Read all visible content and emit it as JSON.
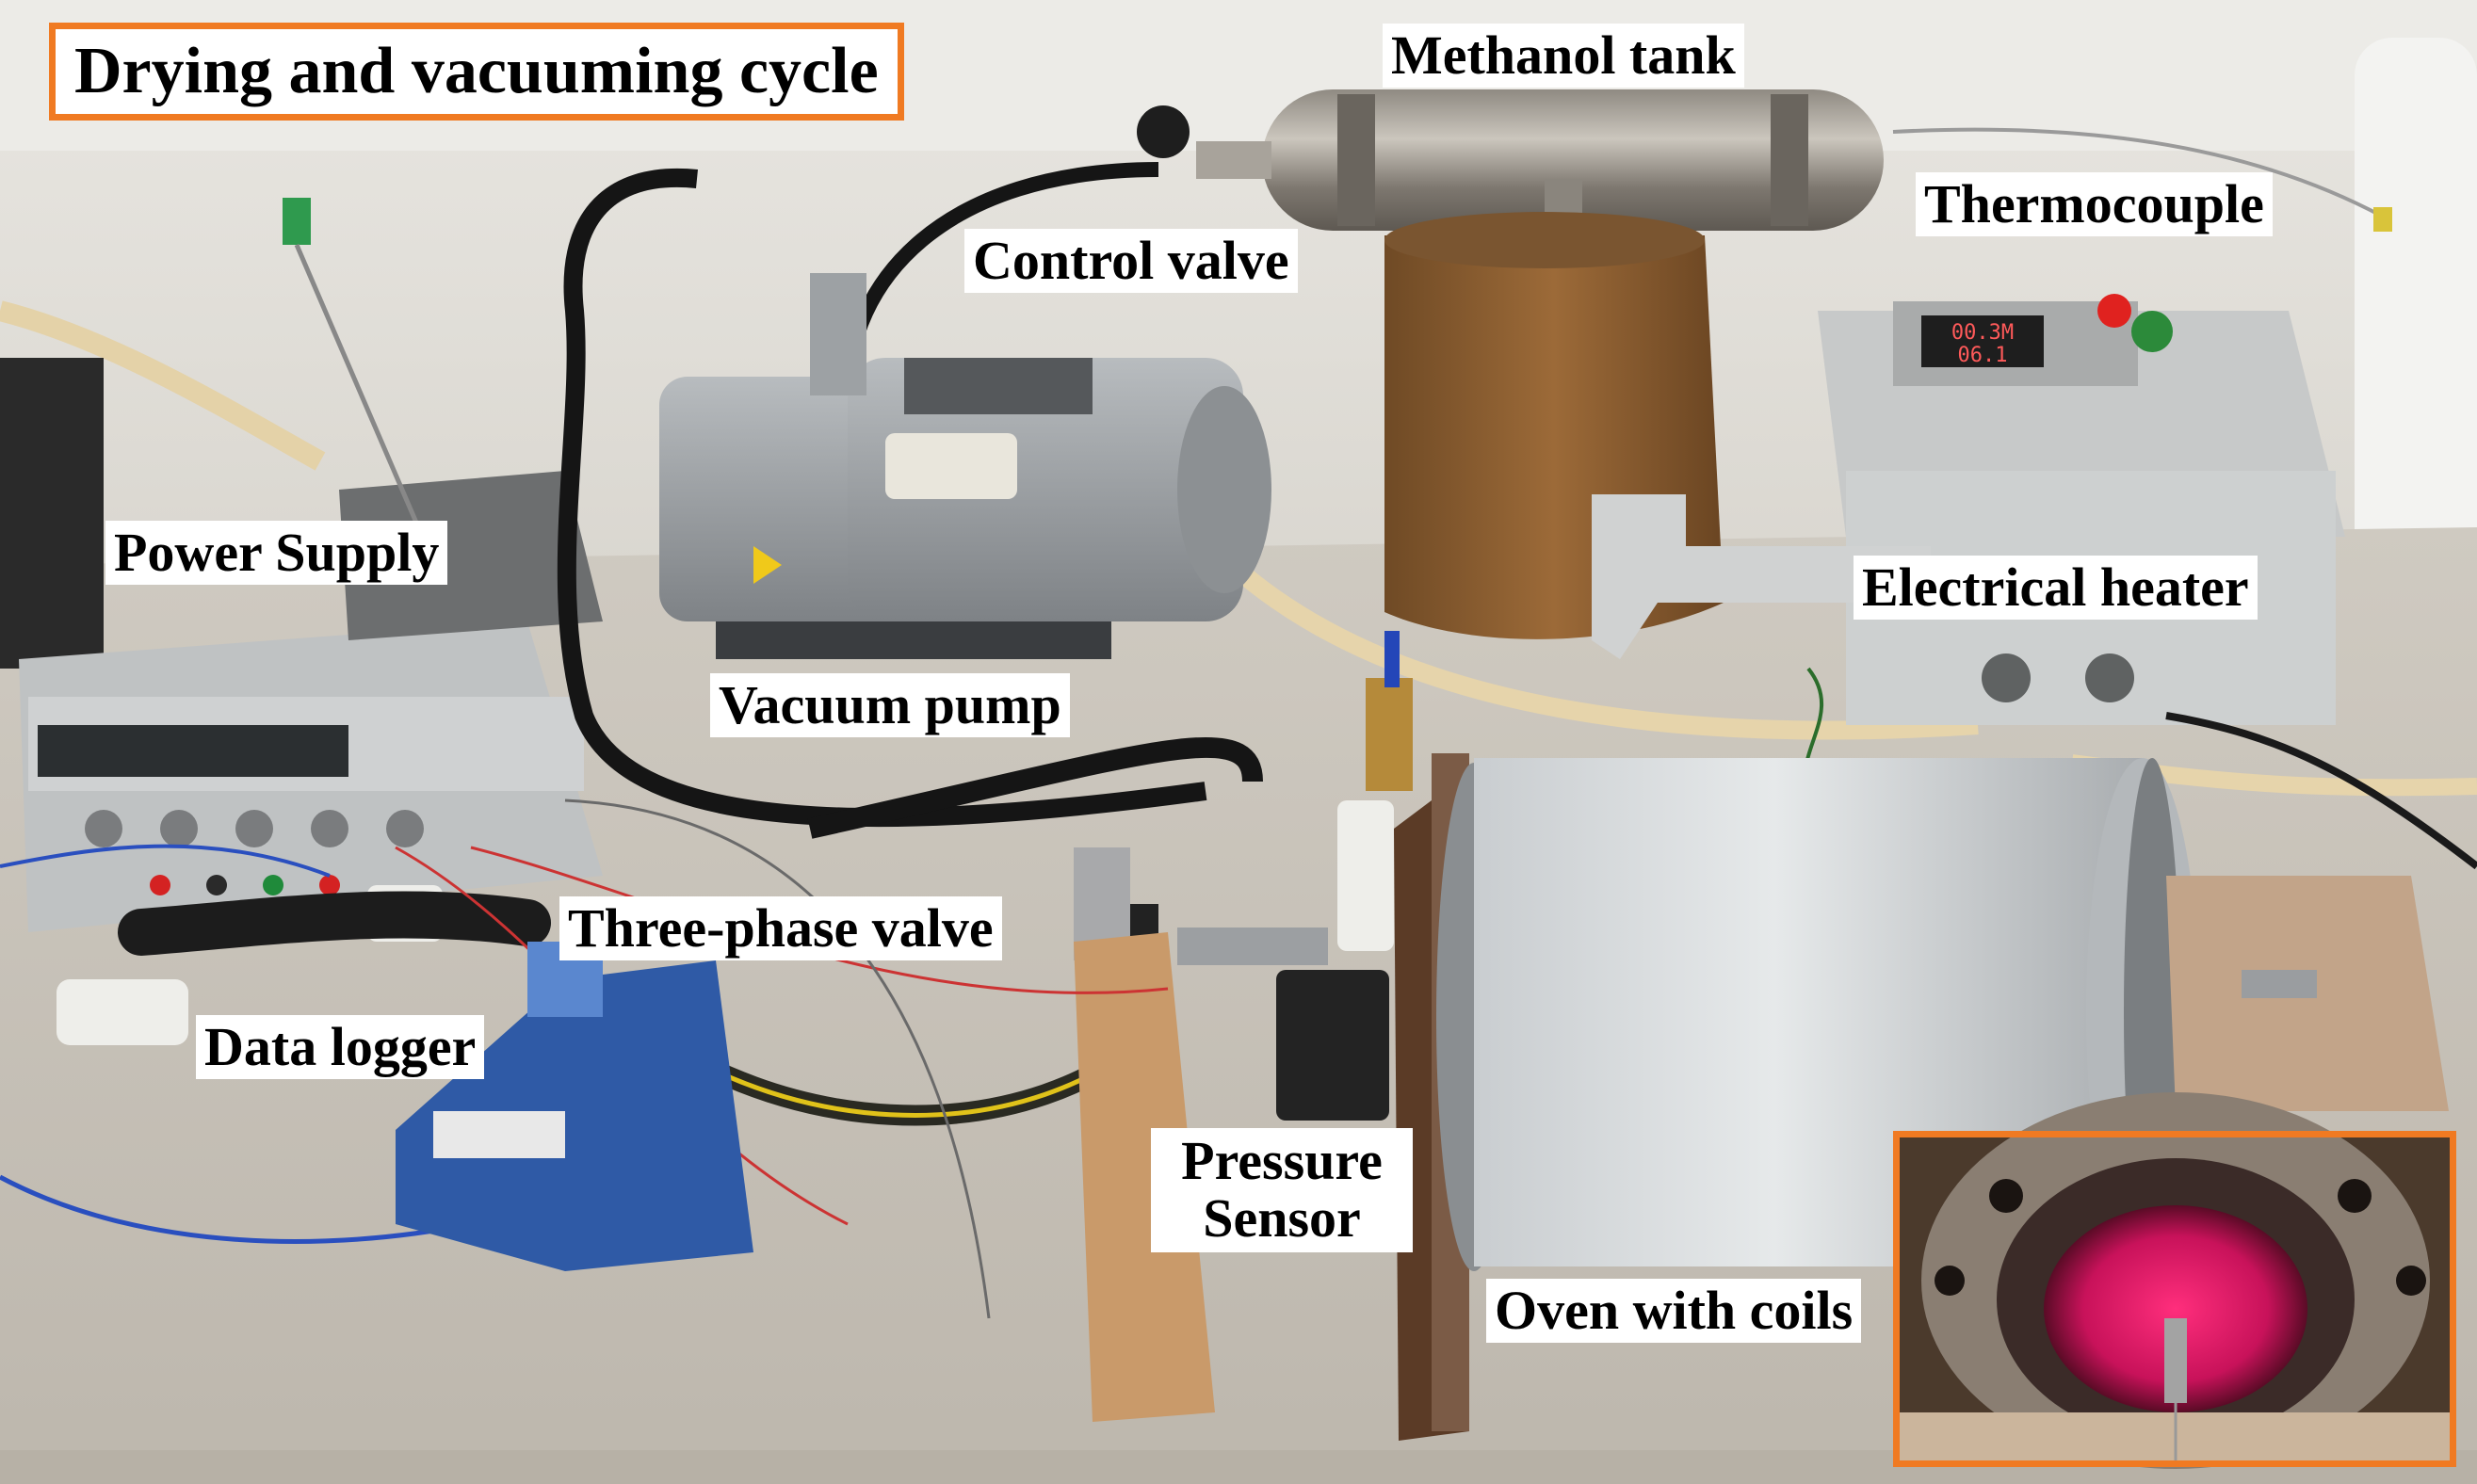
{
  "figure": {
    "title": "Drying and vacuuming cycle",
    "accent_color": "#f07a22"
  },
  "labels": {
    "methanol_tank": "Methanol tank",
    "thermocouple": "Thermocouple",
    "control_valve": "Control valve",
    "power_supply": "Power Supply",
    "electrical_heater": "Electrical heater",
    "vacuum_pump": "Vacuum pump",
    "three_phase_valve": "Three-phase valve",
    "data_logger": "Data logger",
    "pressure_sensor_line1": "Pressure",
    "pressure_sensor_line2": "Sensor",
    "oven_with_coils": "Oven with coils"
  },
  "heater_display": {
    "line1": "00.3M",
    "line2": "06.1"
  }
}
